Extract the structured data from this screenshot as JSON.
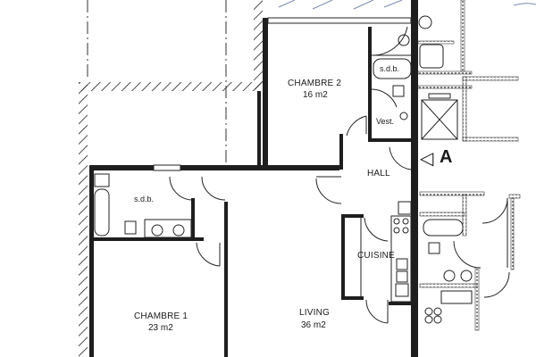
{
  "title": "Apartment floor plan",
  "rooms": {
    "chambre2": {
      "name": "CHAMBRE 2",
      "area": "16 m2"
    },
    "sdb_top": {
      "name": "s.d.b."
    },
    "vest": {
      "name": "Vest."
    },
    "hall": {
      "name": "HALL"
    },
    "sdb_left": {
      "name": "s.d.b."
    },
    "cuisine": {
      "name": "CUISINE"
    },
    "chambre1": {
      "name": "CHAMBRE 1",
      "area": "23 m2"
    },
    "living": {
      "name": "LIVING",
      "area": "36 m2"
    }
  },
  "section_marker": {
    "label": "A",
    "symbol": "◁"
  },
  "colors": {
    "wall": "#1e1e1e",
    "line": "#2a2a2a",
    "paper": "#ffffff",
    "scribble": "#7a8ab0"
  }
}
